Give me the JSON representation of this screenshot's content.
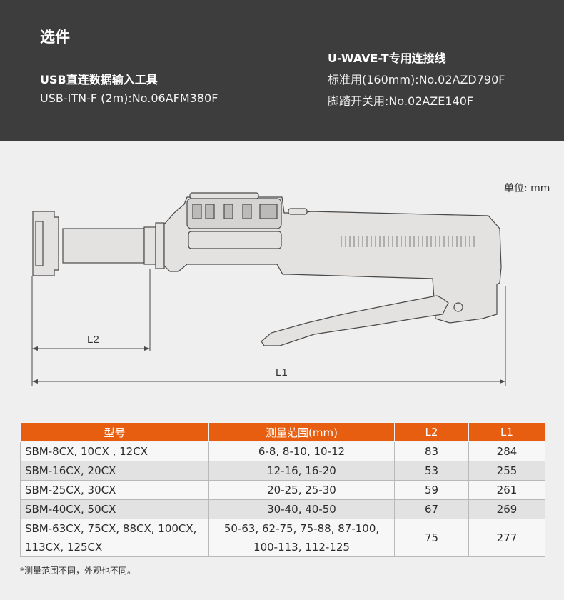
{
  "header": {
    "title": "选件",
    "left": {
      "subtitle": "USB直连数据输入工具",
      "line1": "USB-ITN-F (2m):No.06AFM380F"
    },
    "right": {
      "subtitle": "U-WAVE-T专用连接线",
      "line1": "标准用(160mm):No.02AZD790F",
      "line2": "脚踏开关用:No.02AZE140F"
    }
  },
  "drawing": {
    "unit": "单位: mm",
    "l2_label": "L2",
    "l1_label": "L1"
  },
  "table": {
    "headers": [
      "型号",
      "测量范围(mm)",
      "L2",
      "L1"
    ],
    "rows": [
      {
        "model": [
          "SBM-8CX, 10CX , 12CX"
        ],
        "range": [
          "6-8, 8-10, 10-12"
        ],
        "l2": "83",
        "l1": "284"
      },
      {
        "model": [
          "SBM-16CX, 20CX"
        ],
        "range": [
          "12-16, 16-20"
        ],
        "l2": "53",
        "l1": "255"
      },
      {
        "model": [
          "SBM-25CX, 30CX"
        ],
        "range": [
          "20-25, 25-30"
        ],
        "l2": "59",
        "l1": "261"
      },
      {
        "model": [
          "SBM-40CX, 50CX"
        ],
        "range": [
          "30-40, 40-50"
        ],
        "l2": "67",
        "l1": "269"
      },
      {
        "model": [
          "SBM-63CX, 75CX, 88CX, 100CX,",
          "113CX, 125CX"
        ],
        "range": [
          "50-63, 62-75, 75-88, 87-100,",
          "100-113, 112-125"
        ],
        "l2": "75",
        "l1": "277"
      }
    ]
  },
  "note": "*测量范围不同，外观也不同。"
}
